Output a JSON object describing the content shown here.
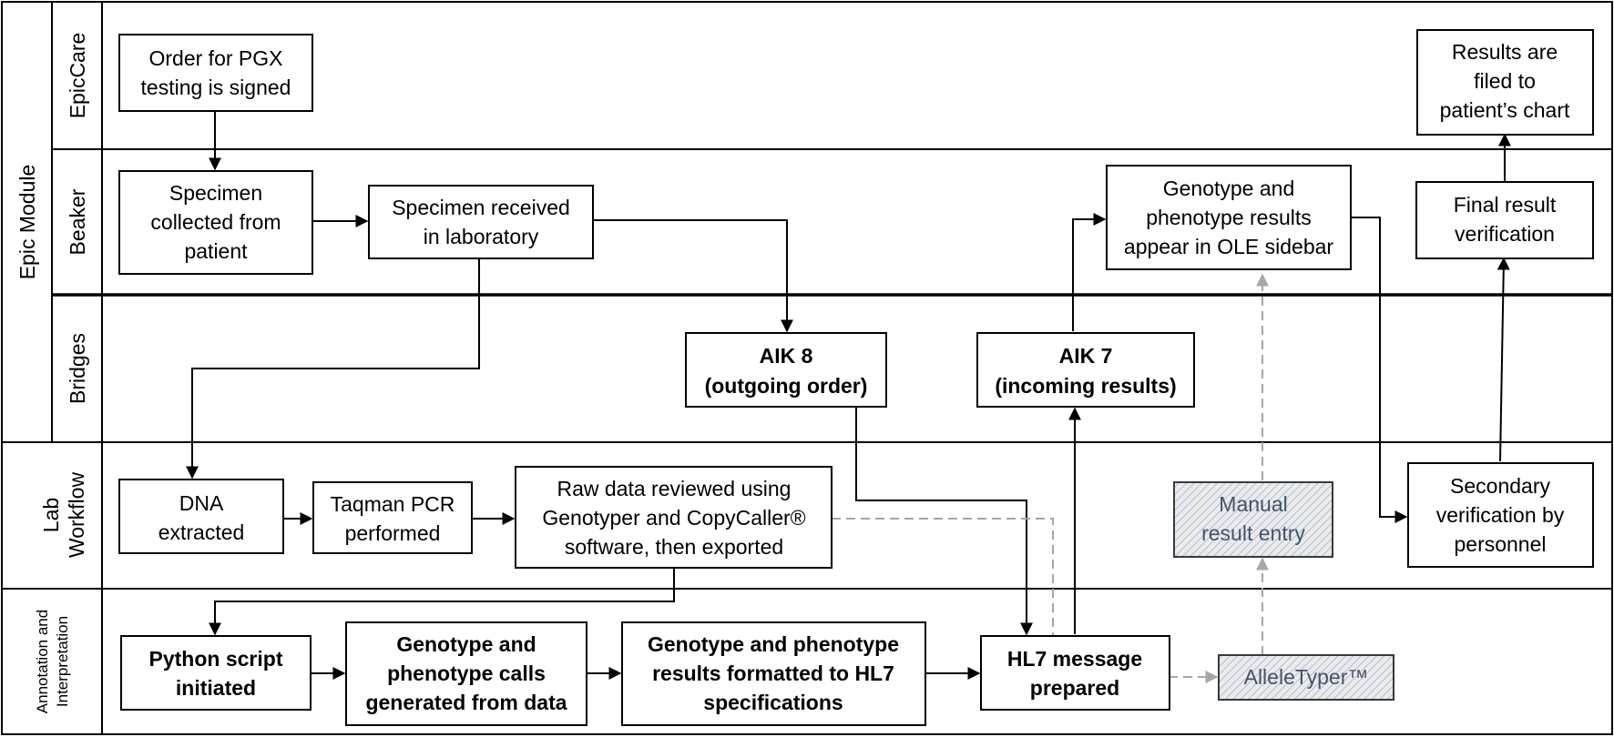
{
  "outer_label": "Epic Module",
  "lanes": {
    "epiccare": "EpicCare",
    "beaker": "Beaker",
    "bridges": "Bridges",
    "lab_workflow": [
      "Lab",
      "Workflow"
    ],
    "annotation": [
      "Annotation and",
      "Interpretation"
    ]
  },
  "nodes": {
    "order_signed": [
      "Order for PGX",
      "testing is signed"
    ],
    "results_filed": [
      "Results are",
      "filed to",
      "patient’s chart"
    ],
    "specimen_collected": [
      "Specimen",
      "collected from",
      "patient"
    ],
    "specimen_received": [
      "Specimen received",
      "in laboratory"
    ],
    "genotype_ole": [
      "Genotype and",
      "phenotype results",
      "appear in OLE sidebar"
    ],
    "final_verification": [
      "Final result",
      "verification"
    ],
    "aik8": [
      "AIK 8",
      "(outgoing order)"
    ],
    "aik7": [
      "AIK 7",
      "(incoming results)"
    ],
    "dna_extracted": [
      "DNA",
      "extracted"
    ],
    "taqman": [
      "Taqman PCR",
      "performed"
    ],
    "raw_data": [
      "Raw data reviewed using",
      "Genotyper and CopyCaller®",
      "software, then exported"
    ],
    "manual_entry": [
      "Manual",
      "result entry"
    ],
    "secondary_verification": [
      "Secondary",
      "verification by",
      "personnel"
    ],
    "python_script": [
      "Python script",
      "initiated"
    ],
    "calls_generated": [
      "Genotype and",
      "phenotype calls",
      "generated from data"
    ],
    "formatted_hl7": [
      "Genotype and phenotype",
      "results formatted to HL7",
      "specifications"
    ],
    "hl7_prepared": [
      "HL7 message",
      "prepared"
    ],
    "alleletyper": [
      "AlleleTyper™"
    ]
  },
  "colors": {
    "line": "#000000",
    "dashed_line": "#a6a6a6",
    "hatched_text": "#44546a"
  }
}
